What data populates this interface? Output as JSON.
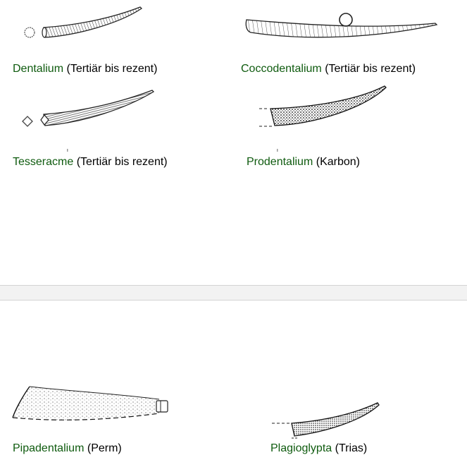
{
  "colors": {
    "link": "#0f5b0f",
    "text": "#000000",
    "divider": "#f2f2f2"
  },
  "items": [
    {
      "genus": "Dentalium",
      "age": "(Tertiär bis rezent)"
    },
    {
      "genus": "Coccodentalium",
      "age": "(Tertiär bis rezent)"
    },
    {
      "genus": "Tesseracme",
      "age": "(Tertiär bis rezent)"
    },
    {
      "genus": "Prodentalium",
      "age": "(Karbon)"
    },
    {
      "genus": "Pipadentalium",
      "age": "(Perm)"
    },
    {
      "genus": "Plagioglypta",
      "age": "(Trias)"
    }
  ]
}
